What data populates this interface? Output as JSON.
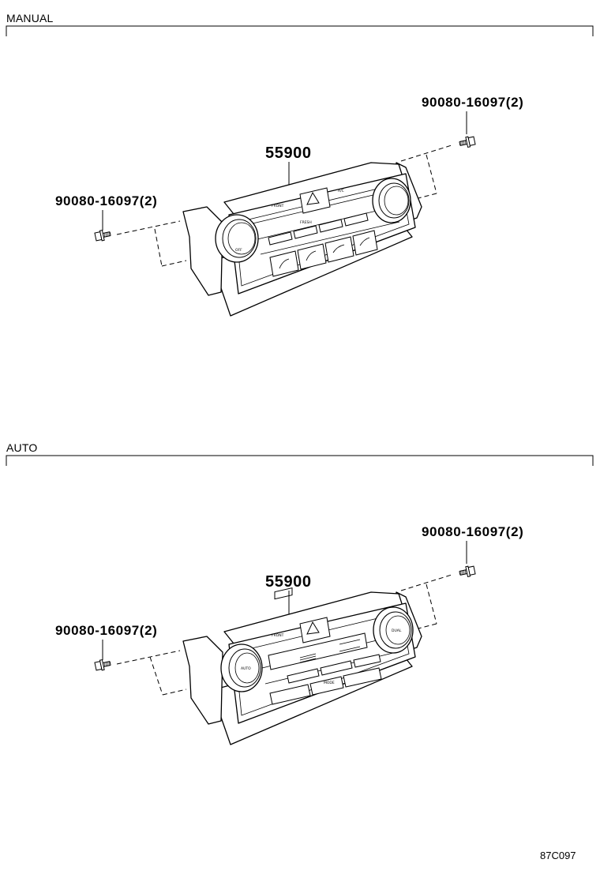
{
  "sections": [
    {
      "label": "MANUAL",
      "main_part": "55900",
      "bolt_left": "90080-16097(2)",
      "bolt_right": "90080-16097(2)",
      "panel_labels": {
        "upper": "FRONT",
        "left_knob": "OFF",
        "right_knob": "A/C",
        "recirc": "FRESH"
      }
    },
    {
      "label": "AUTO",
      "main_part": "55900",
      "bolt_left": "90080-16097(2)",
      "bolt_right": "90080-16097(2)",
      "panel_labels": {
        "upper": "FRONT",
        "left_knob": "AUTO",
        "right_knob": "DUAL",
        "mode": "MODE"
      }
    }
  ],
  "figure_code": "87C097"
}
